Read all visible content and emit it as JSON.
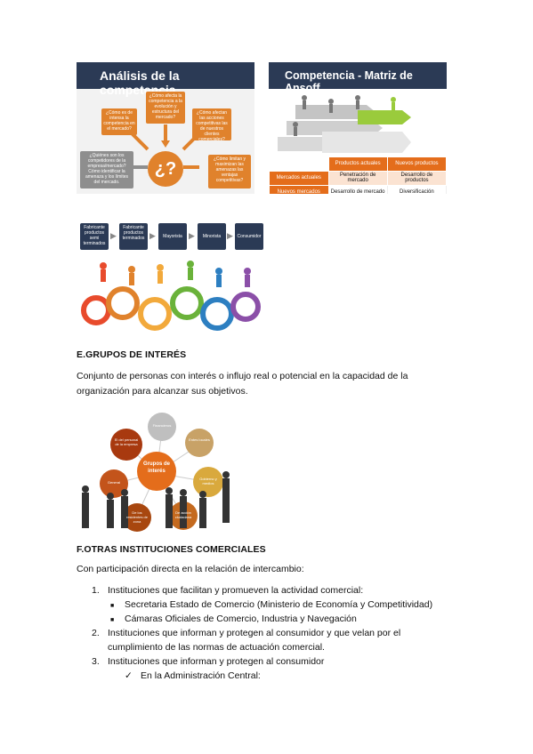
{
  "slide1": {
    "title": "Análisis de la competencia",
    "center": "¿?",
    "q_top": "¿Cómo afecta la competencia a la evolución y estructura del mercado?",
    "q_left": "¿Cómo es de intensa la competencia en el mercado?",
    "q_right": "¿Cómo afectan las acciones competitivas las de nuestros clientes comerciales?",
    "q_bottom_left": "¿Quiénes son los competidores de la empresa/mercado? Cómo identificar la amenaza y los límites del mercado.",
    "q_bottom_right": "¿Cómo limitan y maximizan las amenazas las ventajas competitivas?"
  },
  "slide2": {
    "title": "Competencia -  Matriz de Ansoff",
    "table": {
      "headers": [
        "",
        "Productos actuales",
        "Nuevos productos"
      ],
      "rows": [
        [
          "Mercados actuales",
          "Penetración de mercado",
          "Desarrollo de productos"
        ],
        [
          "Nuevos mercados",
          "Desarrollo de mercado",
          "Diversificación"
        ]
      ]
    }
  },
  "slide3": {
    "chain": [
      "Fabricante productos semi terminados",
      "Fabricante productos terminados",
      "Mayorista",
      "Minorista",
      "Consumidor"
    ]
  },
  "section_e": {
    "heading": "E.GRUPOS DE INTERÉS",
    "paragraph": "Conjunto de personas con interés o influjo real o potencial en la capacidad de la organización para alcanzar sus objetivos.",
    "center": "Grupos de interés",
    "nodes": [
      "Financieros",
      "Entes locales",
      "Gobierno y medios",
      "De acción ciudadana",
      "De los residentes de zona",
      "General",
      "El del personal de la empresa"
    ]
  },
  "section_f": {
    "heading": "F.OTRAS INSTITUCIONES COMERCIALES",
    "intro": "Con participación directa en la relación de intercambio:",
    "items": [
      {
        "num": "1.",
        "text": "Instituciones que facilitan y promueven la actividad comercial:"
      },
      {
        "num": "2.",
        "text": "Instituciones que informan y protegen al consumidor y que velan por el",
        "text2": "cumplimiento de las normas de actuación comercial."
      },
      {
        "num": "3.",
        "text": "Instituciones que informan y protegen al consumidor"
      }
    ],
    "subitems": [
      "Secretaria Estado de Comercio (Ministerio de Economía y Competitividad)",
      "Cámaras Oficiales de Comercio, Industria y Navegación"
    ],
    "check_item": "En la Administración Central:"
  },
  "colors": {
    "slide_bg": "#2b3a55",
    "orange": "#e0822c",
    "grey": "#8e8e8e",
    "ansoff_orange": "#e46d1b",
    "green_arrow": "#9acb3c"
  }
}
